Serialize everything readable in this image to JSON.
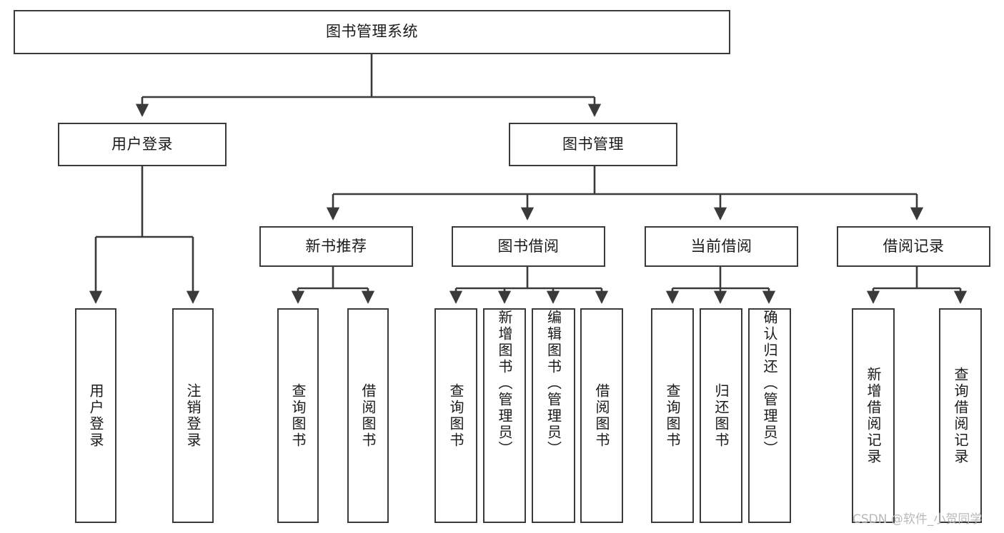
{
  "diagram": {
    "type": "tree",
    "title": "图书管理系统",
    "watermark": "CSDN @软件_小贺同学",
    "colors": {
      "box_border": "#3a3a3a",
      "box_fill": "#ffffff",
      "line": "#3a3a3a",
      "text": "#1a1a1a",
      "watermark": "#b9b9b9"
    },
    "root": {
      "label": "图书管理系统",
      "children": [
        {
          "label": "用户登录",
          "children": [
            {
              "label": "用户登录"
            },
            {
              "label": "注销登录"
            }
          ]
        },
        {
          "label": "图书管理",
          "children": [
            {
              "label": "新书推荐",
              "children": [
                {
                  "label": "查询图书"
                },
                {
                  "label": "借阅图书"
                }
              ]
            },
            {
              "label": "图书借阅",
              "children": [
                {
                  "label": "查询图书"
                },
                {
                  "label": "新增图书（管理员）"
                },
                {
                  "label": "编辑图书（管理员）"
                },
                {
                  "label": "借阅图书"
                }
              ]
            },
            {
              "label": "当前借阅",
              "children": [
                {
                  "label": "查询图书"
                },
                {
                  "label": "归还图书"
                },
                {
                  "label": "确认归还（管理员）"
                }
              ]
            },
            {
              "label": "借阅记录",
              "children": [
                {
                  "label": "新增借阅记录"
                },
                {
                  "label": "查询借阅记录"
                }
              ]
            }
          ]
        }
      ]
    }
  }
}
